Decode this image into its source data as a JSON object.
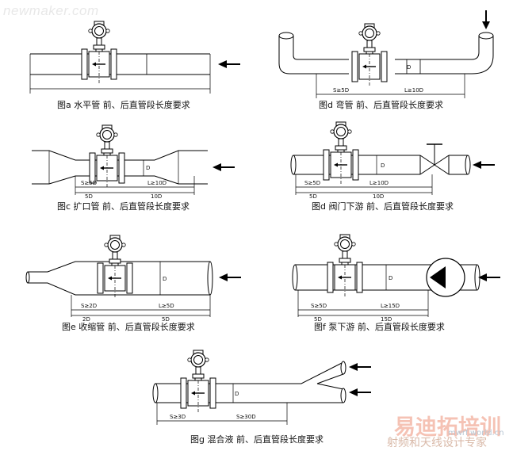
{
  "watermarks": {
    "top_left": "newmaker.com",
    "bottom_right": "易迪拓培训",
    "bottom_right_sub": "射频和天线设计专家",
    "url": "mwrf.world.cn"
  },
  "panels": {
    "a": {
      "caption": "图a 水平管   前、后直管段长度要求"
    },
    "d": {
      "caption": "图d 弯管   前、后直管段长度要求",
      "up": "S≥5D",
      "down": "L≥10D",
      "dia": "D"
    },
    "c": {
      "caption": "图c 扩口管   前、后直管段长度要求",
      "up": "S≥5D",
      "up2": "5D",
      "down": "L≥10D",
      "down2": "10D",
      "dia": "D"
    },
    "b": {
      "caption": "图d 阀门下游   前、后直管段长度要求",
      "up": "S≥5D",
      "up2": "5D",
      "down": "L≥10D",
      "down2": "10D",
      "dia": "D"
    },
    "e": {
      "caption": "图e 收缩管   前、后直管段长度要求",
      "up": "S≥2D",
      "up2": "2D",
      "down": "L≥5D",
      "down2": "5D",
      "dia": "D"
    },
    "f": {
      "caption": "图f 泵下游   前、后直管段长度要求",
      "up": "S≥5D",
      "up2": "5D",
      "down": "L≥15D",
      "down2": "15D",
      "dia": "D"
    },
    "g": {
      "caption": "图g 混合液   前、后直管段长度要求",
      "up": "S≥3D",
      "down": "S≥30D",
      "dia": "D"
    }
  }
}
